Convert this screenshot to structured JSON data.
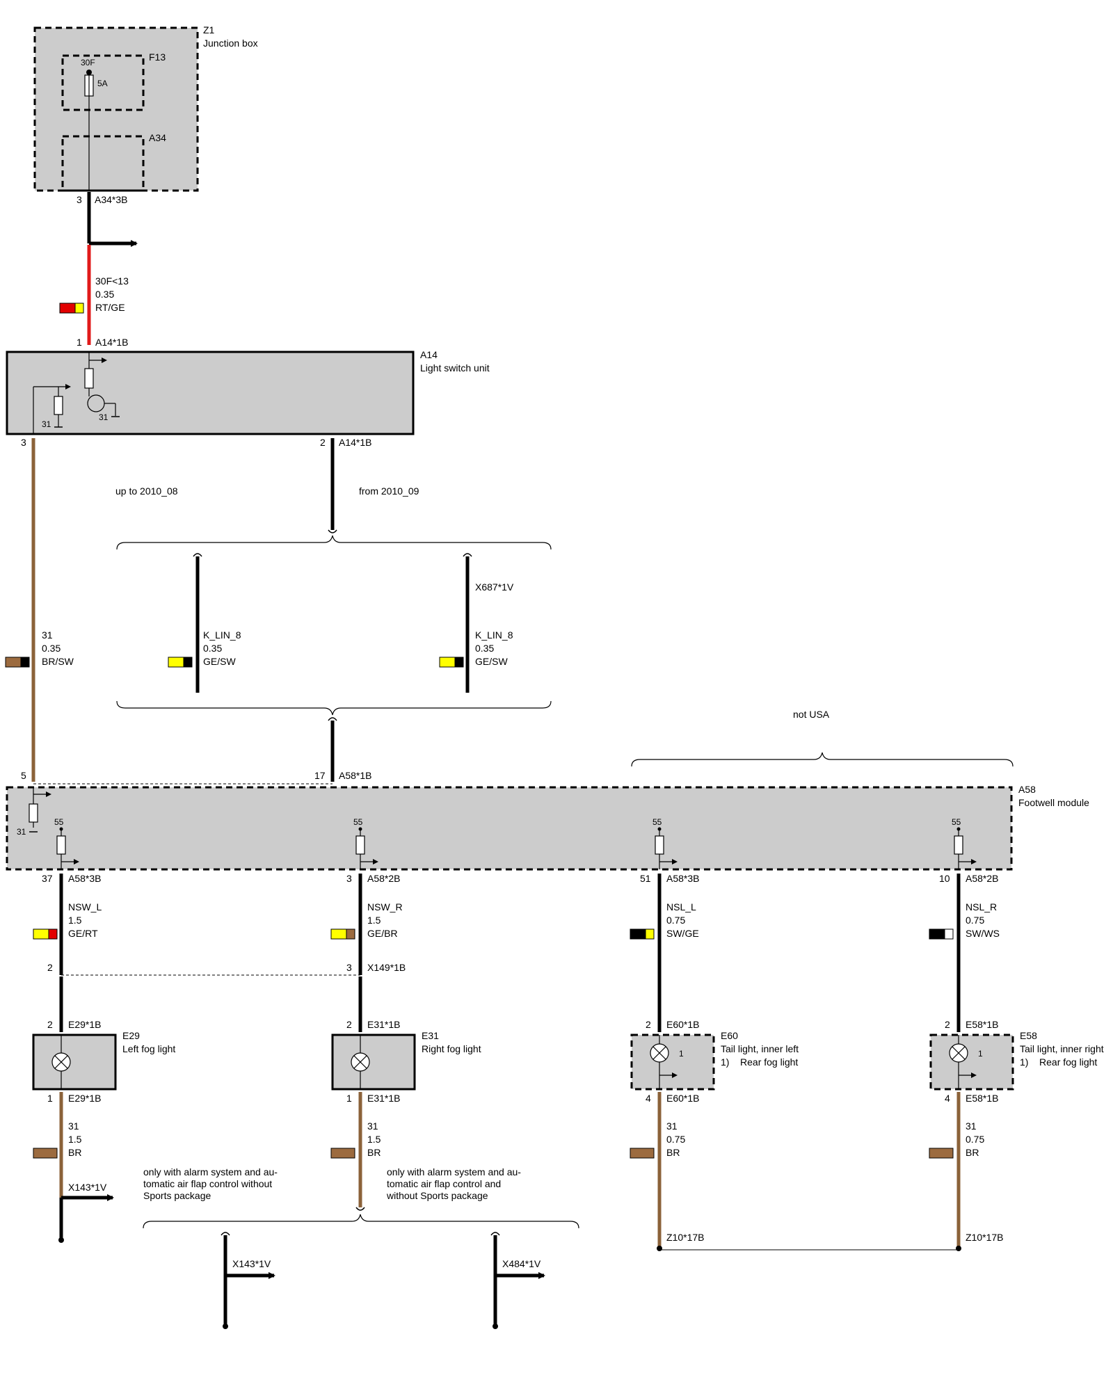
{
  "colors": {
    "box_fill": "#cccccc",
    "wire_black": "#000000",
    "wire_red": "#e11a1a",
    "wire_brown": "#8b6239",
    "yellow": "#ffff00",
    "brown_swatch": "#9c6b3f",
    "red_swatch": "#e20000",
    "white": "#ffffff"
  },
  "z1": {
    "id": "Z1",
    "name": "Junction box",
    "fuse_box": "F13",
    "fuse_pin": "30F",
    "fuse_rating": "5A",
    "sub_box": "A34",
    "pin": "3",
    "connector": "A34*3B"
  },
  "wire1": {
    "code": "30F<13",
    "size": "0.35",
    "color": "RT/GE",
    "colors": [
      "#e20000",
      "#ffff00"
    ]
  },
  "a14": {
    "id": "A14",
    "name": "Light switch unit",
    "top_pin": "1",
    "top_connector": "A14*1B",
    "ground_left": "31",
    "ground_right": "31",
    "pin_left": "3",
    "pin_right": "2",
    "bottom_connector": "A14*1B"
  },
  "variant_left": "up to 2010_08",
  "variant_right": "from 2010_09",
  "wire_br_sw": {
    "code": "31",
    "size": "0.35",
    "color": "BR/SW",
    "colors": [
      "#9c6b3f",
      "#000000"
    ]
  },
  "klin_left": {
    "code": "K_LIN_8",
    "size": "0.35",
    "color": "GE/SW",
    "colors": [
      "#ffff00",
      "#000000"
    ]
  },
  "klin_right": {
    "connector": "X687*1V",
    "code": "K_LIN_8",
    "size": "0.35",
    "color": "GE/SW",
    "colors": [
      "#ffff00",
      "#000000"
    ]
  },
  "not_usa": "not USA",
  "a58": {
    "id": "A58",
    "name": "Footwell module",
    "pin_left": "5",
    "pin_mid": "17",
    "top_connector": "A58*1B",
    "ground": "31",
    "supply_labels": [
      "55",
      "55",
      "55",
      "55"
    ]
  },
  "channels": [
    {
      "pin": "37",
      "connector": "A58*3B",
      "wire": {
        "code": "NSW_L",
        "size": "1.5",
        "color": "GE/RT",
        "colors": [
          "#ffff00",
          "#e20000"
        ]
      },
      "junction_pin": "2",
      "lamp_top_pin": "2",
      "lamp_top_conn": "E29*1B",
      "lamp_id": "E29",
      "lamp_name": "Left fog light",
      "lamp_extra": "",
      "lamp_bot_pin": "1",
      "lamp_bot_conn": "E29*1B",
      "ground": {
        "code": "31",
        "size": "1.5",
        "color": "BR",
        "colors": [
          "#9c6b3f",
          "#9c6b3f"
        ]
      },
      "end_conn": "X143*1V"
    },
    {
      "pin": "3",
      "connector": "A58*2B",
      "wire": {
        "code": "NSW_R",
        "size": "1.5",
        "color": "GE/BR",
        "colors": [
          "#ffff00",
          "#9c6b3f"
        ]
      },
      "junction_pin": "3",
      "junction_conn": "X149*1B",
      "lamp_top_pin": "2",
      "lamp_top_conn": "E31*1B",
      "lamp_id": "E31",
      "lamp_name": "Right fog light",
      "lamp_extra": "",
      "lamp_bot_pin": "1",
      "lamp_bot_conn": "E31*1B",
      "ground": {
        "code": "31",
        "size": "1.5",
        "color": "BR",
        "colors": [
          "#9c6b3f",
          "#9c6b3f"
        ]
      }
    },
    {
      "pin": "51",
      "connector": "A58*3B",
      "wire": {
        "code": "NSL_L",
        "size": "0.75",
        "color": "SW/GE",
        "colors": [
          "#000000",
          "#ffff00"
        ]
      },
      "lamp_top_pin": "2",
      "lamp_top_conn": "E60*1B",
      "lamp_id": "E60",
      "lamp_name": "Tail light, inner left",
      "lamp_extra": "1)    Rear fog light",
      "lamp_num": "1",
      "lamp_bot_pin": "4",
      "lamp_bot_conn": "E60*1B",
      "ground": {
        "code": "31",
        "size": "0.75",
        "color": "BR",
        "colors": [
          "#9c6b3f",
          "#9c6b3f"
        ]
      },
      "end_conn": "Z10*17B"
    },
    {
      "pin": "10",
      "connector": "A58*2B",
      "wire": {
        "code": "NSL_R",
        "size": "0.75",
        "color": "SW/WS",
        "colors": [
          "#000000",
          "#ffffff"
        ]
      },
      "lamp_top_pin": "2",
      "lamp_top_conn": "E58*1B",
      "lamp_id": "E58",
      "lamp_name": "Tail light, inner right",
      "lamp_extra": "1)    Rear fog light",
      "lamp_num": "1",
      "lamp_bot_pin": "4",
      "lamp_bot_conn": "E58*1B",
      "ground": {
        "code": "31",
        "size": "0.75",
        "color": "BR",
        "colors": [
          "#9c6b3f",
          "#9c6b3f"
        ]
      },
      "end_conn": "Z10*17B"
    }
  ],
  "note_alarm_left": [
    "only with alarm system and au-",
    "tomatic air flap control without",
    "Sports package"
  ],
  "note_alarm_right": [
    "only with alarm system and au-",
    "tomatic air flap control and",
    "without Sports package"
  ],
  "bottom_branch_left": "X143*1V",
  "bottom_branch_right": "X484*1V"
}
